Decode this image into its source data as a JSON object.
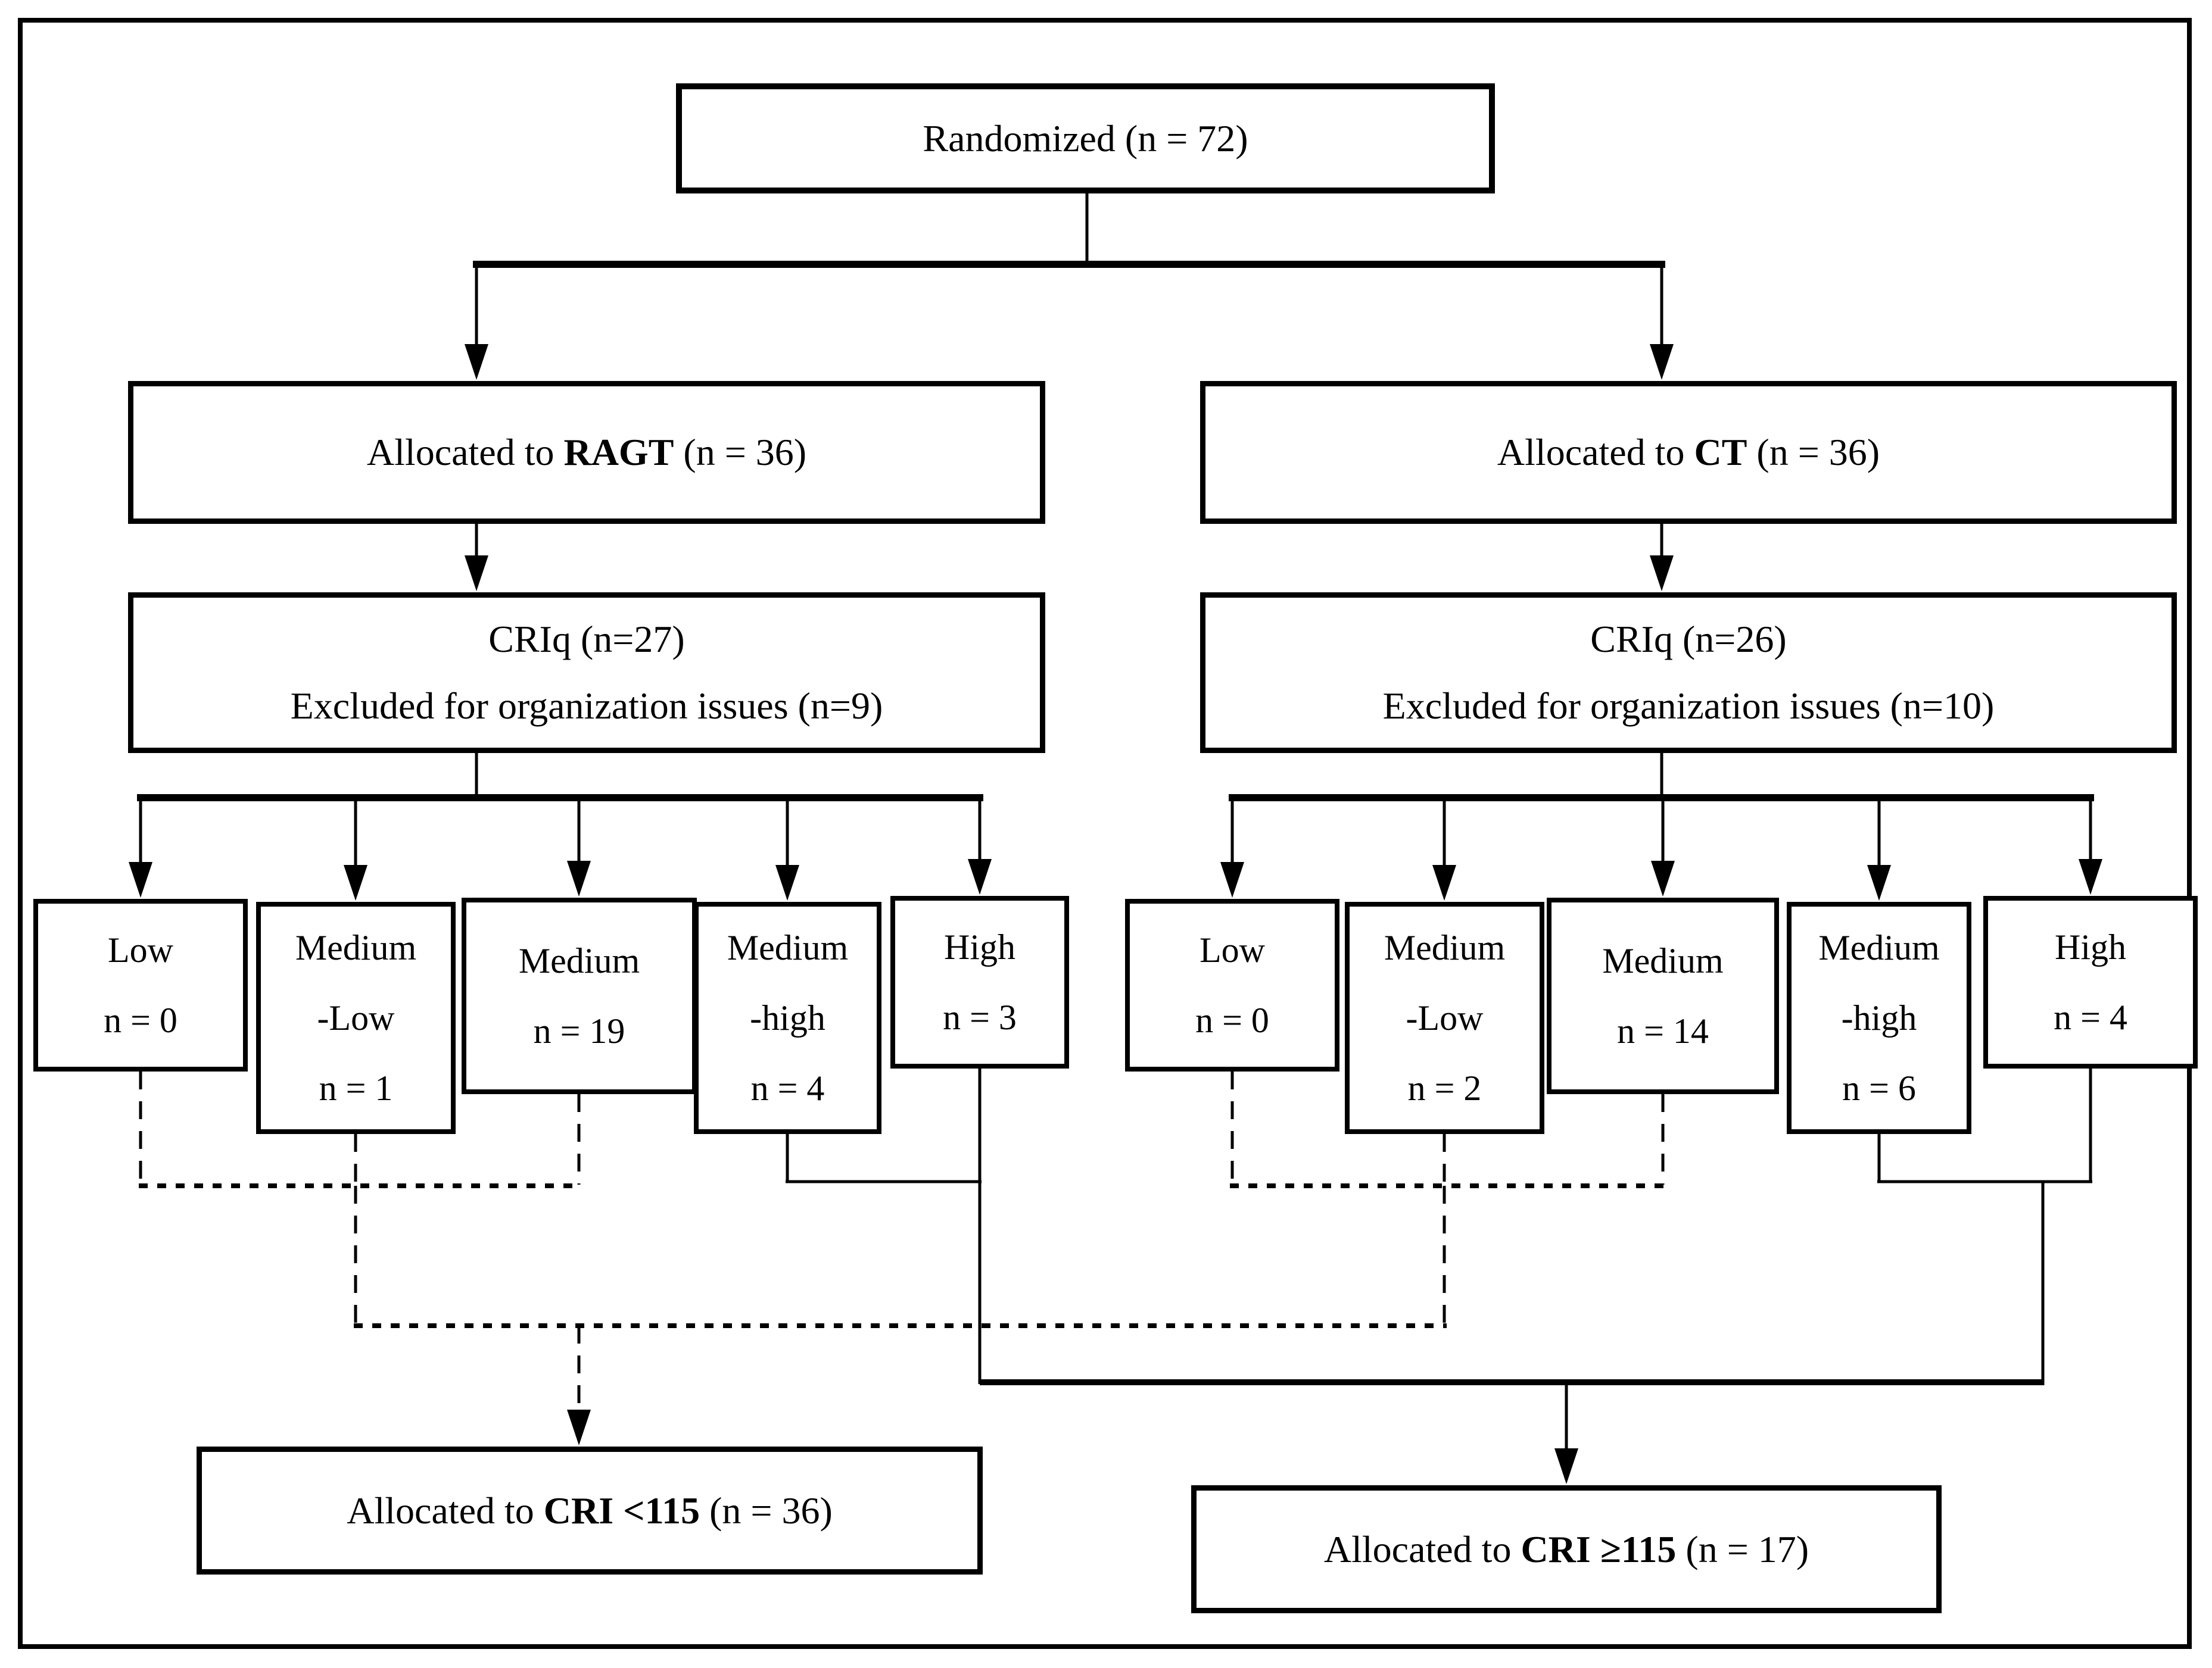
{
  "flow": {
    "randomized": "Randomized (n = 72)",
    "arms": [
      {
        "allocated": {
          "prefix": "Allocated to ",
          "bold": "RAGT",
          "suffix": " (n = 36)"
        },
        "criq": {
          "line1": "CRIq (n=27)",
          "line2": "Excluded for organization issues (n=9)"
        },
        "categories": [
          {
            "lines": [
              "Low",
              "n = 0",
              ""
            ]
          },
          {
            "lines": [
              "Medium",
              "-Low",
              "n = 1"
            ]
          },
          {
            "lines": [
              "Medium",
              "n = 19",
              ""
            ]
          },
          {
            "lines": [
              "Medium",
              "-high",
              "n = 4"
            ]
          },
          {
            "lines": [
              "High",
              "n = 3",
              ""
            ]
          }
        ]
      },
      {
        "allocated": {
          "prefix": "Allocated to ",
          "bold": "CT",
          "suffix": " (n = 36)"
        },
        "criq": {
          "line1": "CRIq (n=26)",
          "line2": "Excluded for organization issues (n=10)"
        },
        "categories": [
          {
            "lines": [
              "Low",
              "n = 0",
              ""
            ]
          },
          {
            "lines": [
              "Medium",
              "-Low",
              "n = 2"
            ]
          },
          {
            "lines": [
              "Medium",
              "n = 14",
              ""
            ]
          },
          {
            "lines": [
              "Medium",
              "-high",
              "n = 6"
            ]
          },
          {
            "lines": [
              "High",
              "n = 4",
              ""
            ]
          }
        ]
      }
    ],
    "outcomes": [
      {
        "prefix": "Allocated to ",
        "bold": "CRI <115",
        "suffix": " (n = 36)"
      },
      {
        "prefix": "Allocated to ",
        "bold": "CRI ≥115",
        "suffix": " (n = 17)"
      }
    ]
  }
}
